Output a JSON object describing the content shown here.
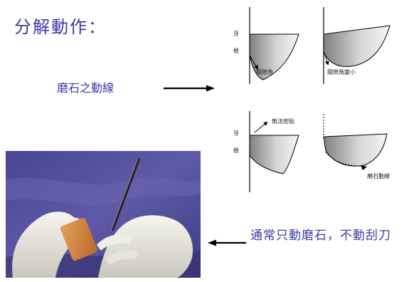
{
  "title": "分解動作：",
  "stone_label": "磨石之動線",
  "note": "通常只動磨石，不動刮刀",
  "diagram": {
    "tooth": "牙",
    "root": "根",
    "gap_angle": "間隙角",
    "gap_angle_smaller": "間隙角變小",
    "cannot_adhere": "無法密貼",
    "stone_path": "磨石動線"
  },
  "colors": {
    "text_blue": "#3a3aa6",
    "gradient_dark": "#7f7f7f",
    "gradient_light": "#f4f4f4"
  }
}
